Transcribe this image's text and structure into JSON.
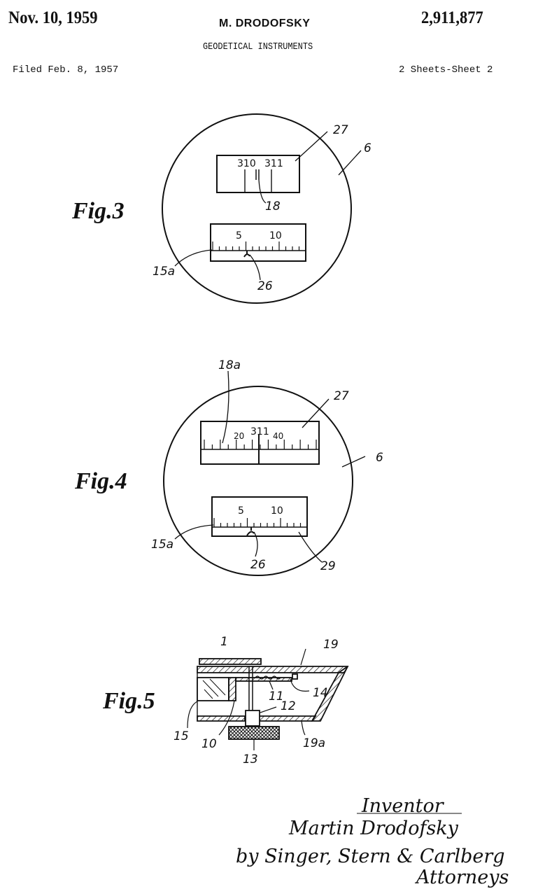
{
  "header": {
    "date": "Nov. 10, 1959",
    "inventor": "M. DRODOFSKY",
    "patent_number": "2,911,877",
    "title": "GEODETICAL INSTRUMENTS",
    "filed": "Filed Feb. 8, 1957",
    "sheets": "2 Sheets-Sheet 2"
  },
  "figures": {
    "fig3": {
      "label": "Fig.3",
      "scale_top_labels": [
        "310",
        "311"
      ],
      "scale_bottom_labels": [
        "5",
        "10"
      ],
      "refs": {
        "r27": "27",
        "r6": "6",
        "r18": "18",
        "r15a": "15a",
        "r26": "26"
      }
    },
    "fig4": {
      "label": "Fig.4",
      "scale_top_main": "311",
      "scale_top_labels": [
        "20",
        "40"
      ],
      "scale_bottom_labels": [
        "5",
        "10"
      ],
      "refs": {
        "r18a": "18a",
        "r27": "27",
        "r6": "6",
        "r15a": "15a",
        "r26": "26",
        "r29": "29"
      }
    },
    "fig5": {
      "label": "Fig.5",
      "refs": {
        "r1": "1",
        "r19": "19",
        "r14": "14",
        "r11": "11",
        "r12": "12",
        "r15": "15",
        "r10": "10",
        "r19a": "19a",
        "r13": "13"
      }
    }
  },
  "signature": {
    "role": "Inventor",
    "name": "Martin Drodofsky",
    "attorneys_line": "by Singer, Stern & Carlberg",
    "attorneys_role": "Attorneys"
  }
}
